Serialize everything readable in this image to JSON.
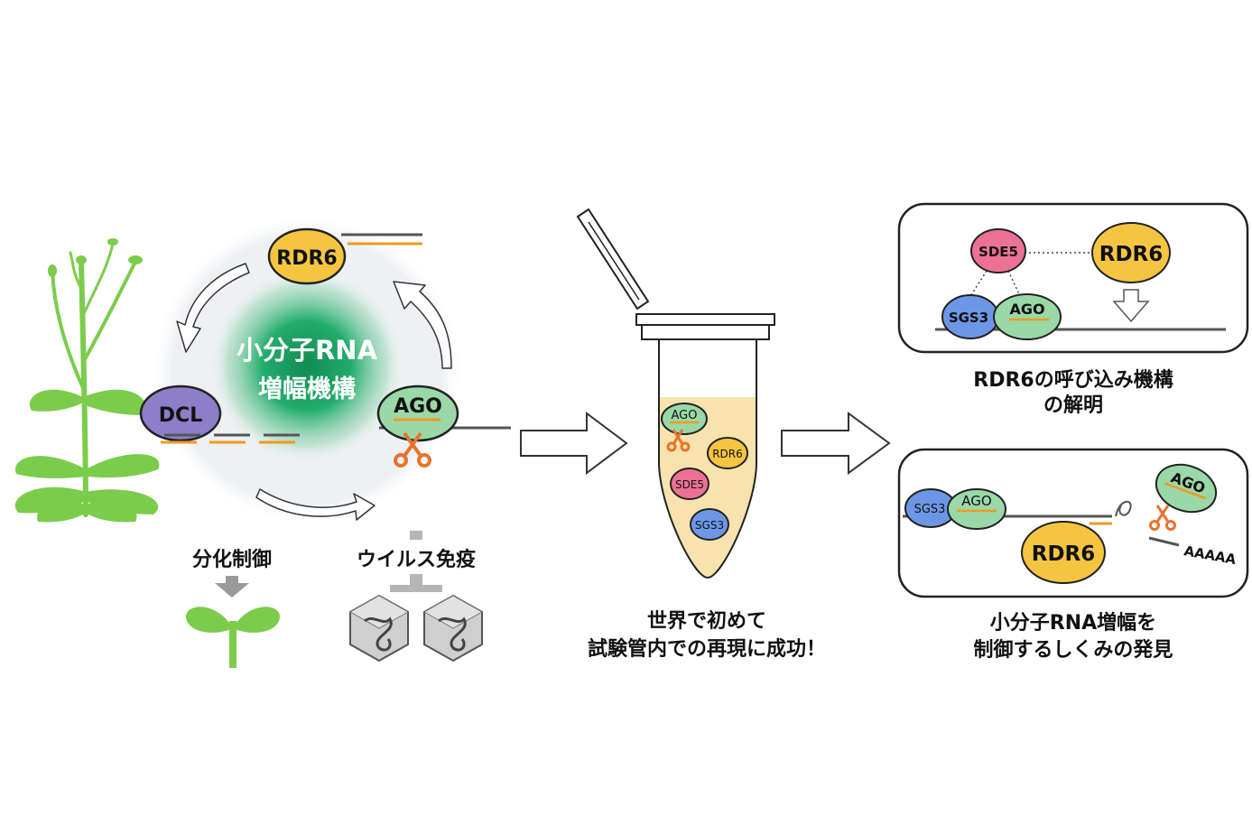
{
  "left_panel": {
    "center_title_line1": "小分子RNA",
    "center_title_line2": "増幅機構",
    "nodes": {
      "rdr6": "RDR6",
      "dcl": "DCL",
      "ago": "AGO"
    },
    "outputs": {
      "differentiation": "分化制御",
      "virus_immunity": "ウイルス免疫"
    }
  },
  "tube": {
    "proteins": {
      "ago": "AGO",
      "rdr6": "RDR6",
      "sde5": "SDE5",
      "sgs3": "SGS3"
    },
    "caption_line1": "世界で初めて",
    "caption_line2": "試験管内での再現に成功！"
  },
  "top_right_box": {
    "labels": {
      "sde5": "SDE5",
      "rdr6": "RDR6",
      "sgs3": "SGS3",
      "ago": "AGO"
    },
    "caption_line1": "RDR6の呼び込み機構",
    "caption_line2": "の解明"
  },
  "bottom_right_box": {
    "labels": {
      "sgs3": "SGS3",
      "ago_left": "AGO",
      "rdr6": "RDR6",
      "ago_right": "AGO",
      "polya": "AAAAA"
    },
    "caption_line1": "小分子RNA増幅を",
    "caption_line2": "制御するしくみの発見"
  },
  "colors": {
    "rdr6": "#f5c542",
    "dcl": "#8c7ec9",
    "ago": "#9ad8a8",
    "sde5": "#ec7295",
    "sgs3": "#6d97e6",
    "orange": "#ef9a1e",
    "scissors": "#e9732a",
    "glow": "#1fad6e",
    "plant": "#7ccc4c",
    "tube_fill": "#f8e2ad"
  }
}
